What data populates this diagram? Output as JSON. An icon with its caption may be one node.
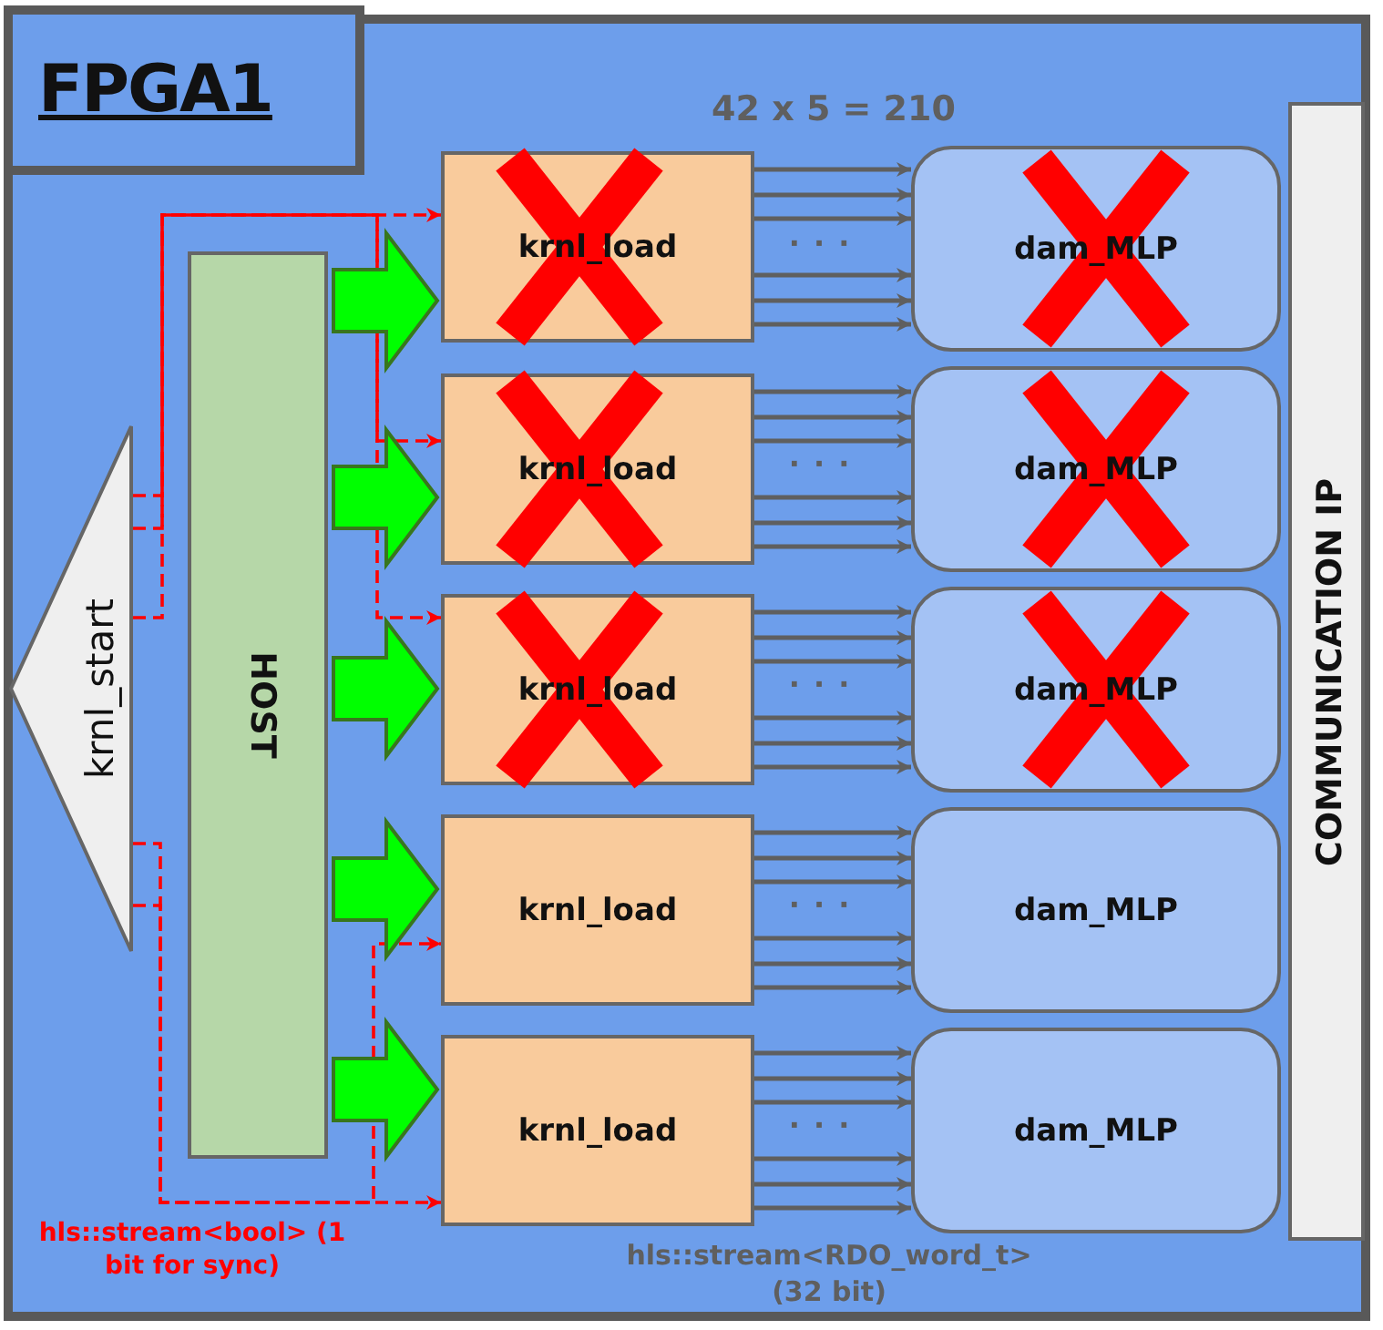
{
  "diagram": {
    "nodes": [
      {
        "text": [
          "FPGA1"
        ]
      },
      {
        "text": [
          "krnl_start"
        ],
        "in": 0
      },
      {
        "text": [
          "HOST"
        ],
        "in": 0
      },
      {
        "text": [
          "krnl_load"
        ],
        "in": 0
      },
      {
        "text": [
          "krnl_load"
        ],
        "in": 0
      },
      {
        "text": [
          "krnl_load"
        ],
        "in": 0
      },
      {
        "text": [
          "krnl_load"
        ],
        "in": 0
      },
      {
        "text": [
          "krnl_load"
        ],
        "in": 0
      },
      {
        "text": [
          "dam_MLP"
        ],
        "in": 0
      },
      {
        "text": [
          "dam_MLP"
        ],
        "in": 0
      },
      {
        "text": [
          "dam_MLP"
        ],
        "in": 0
      },
      {
        "text": [
          "dam_MLP"
        ],
        "in": 0
      },
      {
        "text": [
          "dam_MLP"
        ],
        "in": 0
      },
      {
        "text": [
          "COMMUNICATION IP"
        ],
        "in": 0
      }
    ],
    "edges": [
      {
        "from": 1,
        "to": 3,
        "arrow": "to",
        "style": "dashed",
        "color": "#ff0000"
      },
      {
        "from": 1,
        "to": 4,
        "arrow": "to",
        "style": "dashed",
        "color": "#ff0000"
      },
      {
        "from": 1,
        "to": 5,
        "arrow": "to",
        "style": "dashed",
        "color": "#ff0000"
      },
      {
        "from": 1,
        "to": 6,
        "arrow": "to",
        "style": "dashed",
        "color": "#ff0000"
      },
      {
        "from": 1,
        "to": 7,
        "arrow": "to",
        "style": "dashed",
        "color": "#ff0000"
      },
      {
        "from": 2,
        "to": 3,
        "arrow": "to",
        "style": "thick",
        "color": "#00ff00"
      },
      {
        "from": 2,
        "to": 4,
        "arrow": "to",
        "style": "thick",
        "color": "#00ff00"
      },
      {
        "from": 2,
        "to": 5,
        "arrow": "to",
        "style": "thick",
        "color": "#00ff00"
      },
      {
        "from": 2,
        "to": 6,
        "arrow": "to",
        "style": "thick",
        "color": "#00ff00"
      },
      {
        "from": 2,
        "to": 7,
        "arrow": "to",
        "style": "thick",
        "color": "#00ff00"
      },
      {
        "from": 3,
        "to": 8,
        "arrow": "to"
      },
      {
        "from": 3,
        "to": 8,
        "arrow": "to"
      },
      {
        "from": 3,
        "to": 8,
        "arrow": "to"
      },
      {
        "from": 3,
        "to": 8,
        "arrow": "to"
      },
      {
        "from": 3,
        "to": 8,
        "arrow": "to"
      },
      {
        "from": 3,
        "to": 8,
        "arrow": "to"
      },
      {
        "from": 4,
        "to": 9,
        "arrow": "to"
      },
      {
        "from": 4,
        "to": 9,
        "arrow": "to"
      },
      {
        "from": 4,
        "to": 9,
        "arrow": "to"
      },
      {
        "from": 4,
        "to": 9,
        "arrow": "to"
      },
      {
        "from": 4,
        "to": 9,
        "arrow": "to"
      },
      {
        "from": 4,
        "to": 9,
        "arrow": "to"
      },
      {
        "from": 5,
        "to": 10,
        "arrow": "to"
      },
      {
        "from": 5,
        "to": 10,
        "arrow": "to"
      },
      {
        "from": 5,
        "to": 10,
        "arrow": "to"
      },
      {
        "from": 5,
        "to": 10,
        "arrow": "to"
      },
      {
        "from": 5,
        "to": 10,
        "arrow": "to"
      },
      {
        "from": 5,
        "to": 10,
        "arrow": "to"
      },
      {
        "from": 6,
        "to": 11,
        "arrow": "to"
      },
      {
        "from": 6,
        "to": 11,
        "arrow": "to"
      },
      {
        "from": 6,
        "to": 11,
        "arrow": "to"
      },
      {
        "from": 6,
        "to": 11,
        "arrow": "to"
      },
      {
        "from": 6,
        "to": 11,
        "arrow": "to"
      },
      {
        "from": 6,
        "to": 11,
        "arrow": "to"
      },
      {
        "from": 7,
        "to": 12,
        "arrow": "to"
      },
      {
        "from": 7,
        "to": 12,
        "arrow": "to"
      },
      {
        "from": 7,
        "to": 12,
        "arrow": "to"
      },
      {
        "from": 7,
        "to": 12,
        "arrow": "to"
      },
      {
        "from": 7,
        "to": 12,
        "arrow": "to"
      },
      {
        "from": 7,
        "to": 12,
        "arrow": "to"
      }
    ],
    "labels": [
      "42 x 5 = 210",
      "· · ·",
      "· · ·",
      "· · ·",
      "· · ·",
      "· · ·",
      "hls::stream<bool> (1 bit for sync)",
      "hls::stream<RDO_word_t> (32 bit)"
    ]
  }
}
